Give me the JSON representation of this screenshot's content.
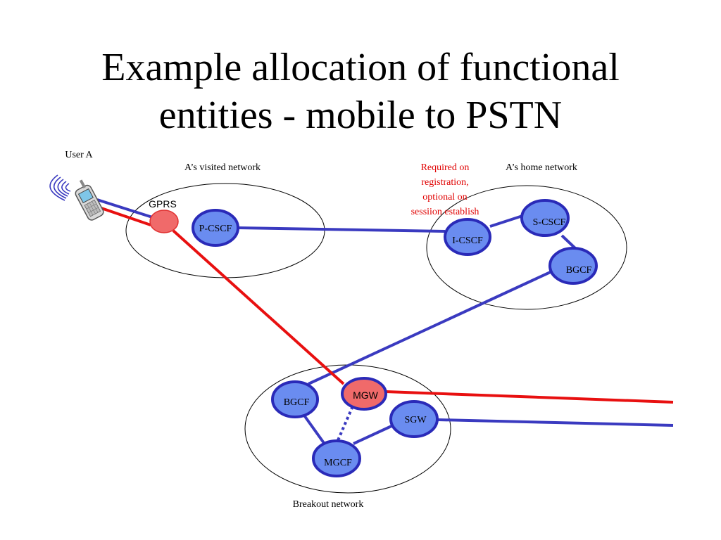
{
  "title": {
    "line1": "Example allocation of functional",
    "line2": "entities - mobile to PSTN"
  },
  "labels": {
    "user": "User A",
    "visited_network": "A’s visited network",
    "home_network": "A’s home network",
    "breakout_network": "Breakout network",
    "note_line1": "Required on",
    "note_line2": "registration,",
    "note_line3": "optional on",
    "note_line4": "sessiion establish"
  },
  "nodes": {
    "gprs": "GPRS",
    "p_cscf": "P-CSCF",
    "i_cscf": "I-CSCF",
    "s_cscf": "S-CSCF",
    "bgcf_home": "BGCF",
    "bgcf_breakout": "BGCF",
    "mgw": "MGW",
    "sgw": "SGW",
    "mgcf": "MGCF"
  },
  "icons": {
    "user_device": "mobile-phone-icon"
  },
  "colors": {
    "signaling": "#3a3ac0",
    "media": "#e81010",
    "node_fill": "#6a8cf0",
    "node_stroke": "#2a2ab8",
    "media_node_fill": "#f06a6a",
    "note": "#e00000"
  }
}
